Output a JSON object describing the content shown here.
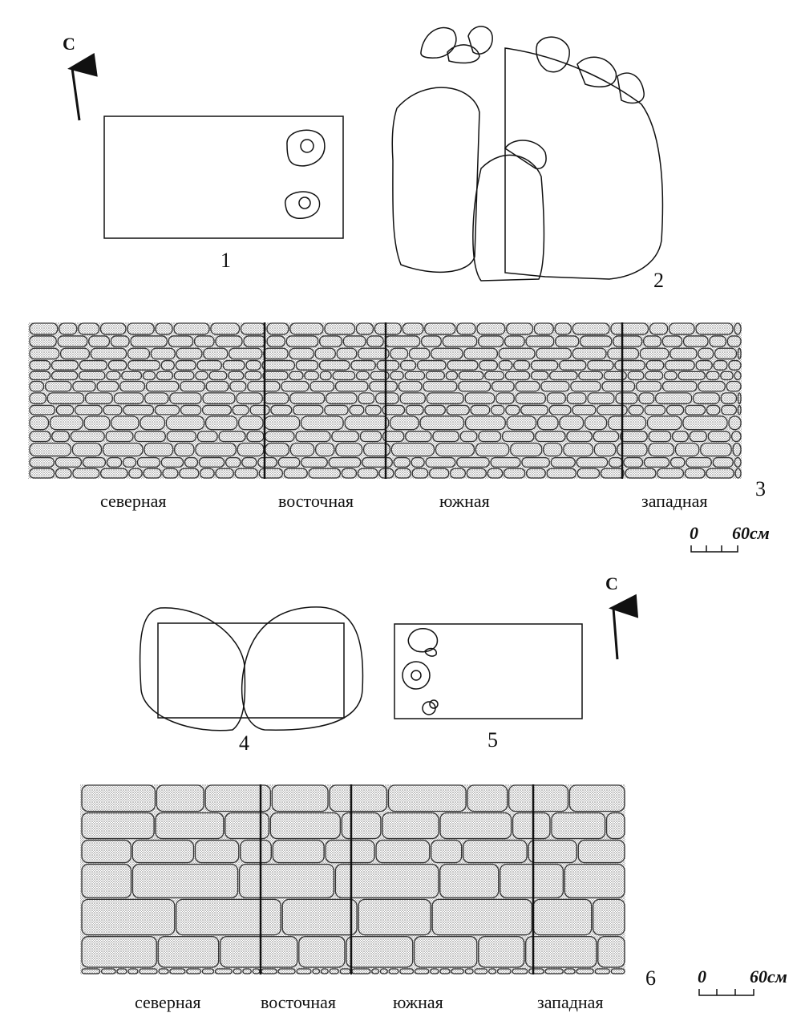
{
  "north_label": "С",
  "figures": {
    "fig1": "1",
    "fig2": "2",
    "fig3": "3",
    "fig4": "4",
    "fig5": "5",
    "fig6": "6"
  },
  "wall_labels_top": [
    "северная",
    "восточная",
    "южная",
    "западная"
  ],
  "wall_labels_bottom": [
    "северная",
    "восточная",
    "южная",
    "западная"
  ],
  "scale": {
    "start": "0",
    "end": "60см"
  },
  "colors": {
    "ink": "#111111",
    "stipple": "#9a9a9a"
  }
}
